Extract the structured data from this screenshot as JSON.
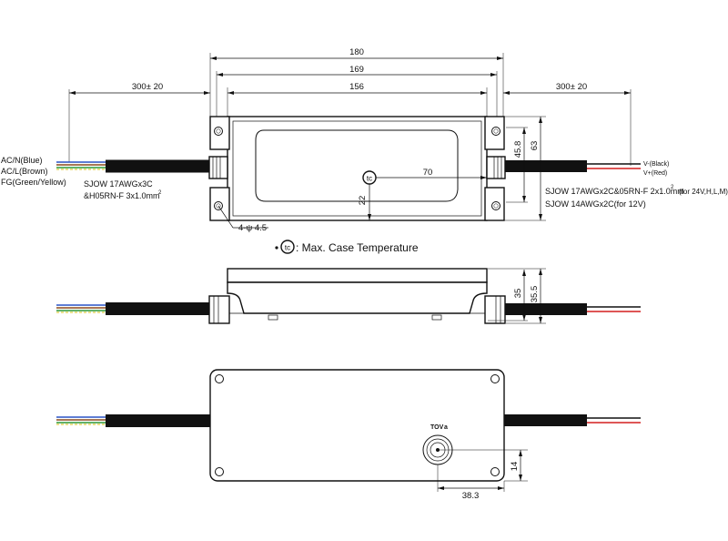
{
  "labels": {
    "ac_n": "AC/N(Blue)",
    "ac_l": "AC/L(Brown)",
    "fg": "FG(Green/Yellow)",
    "input_cable_1": "SJOW 17AWGx3C",
    "input_cable_2": "&H05RN-F  3x1.0mm",
    "input_cable_sup": "2",
    "v_minus": "V-(Black)",
    "v_plus": "V+(Red)",
    "output_cable_1": "SJOW 17AWGx2C&05RN-F 2x1.0mm",
    "output_cable_1_sup": "2",
    "output_cable_1_note": "(for 24V,H,L,M)",
    "output_cable_2": "SJOW 14AWGx2C(for 12V)",
    "tc_symbol": "tc",
    "tc_legend": ": Max. Case Temperature",
    "tc_bottom_mark": "TOV",
    "tc_bottom_mark_2": "a"
  },
  "dimensions": {
    "overall_length": "180",
    "mount_pitch": "169",
    "body_length": "156",
    "lead_left": "300±  20",
    "lead_right": "300±  20",
    "height_outer": "63",
    "height_inner": "45.8",
    "tc_x": "70",
    "tc_y": "22",
    "hole": "4-ψ  4.5",
    "side_h1": "35",
    "side_h2": "35.5",
    "bottom_y": "14",
    "bottom_x": "38.3"
  },
  "colors": {
    "wire_blue": "#2a53c6",
    "wire_brown": "#8b4a1c",
    "wire_green": "#2e9a3a",
    "wire_yellow": "#d8c21a",
    "wire_red": "#d41f1f",
    "wire_black": "#111111"
  }
}
